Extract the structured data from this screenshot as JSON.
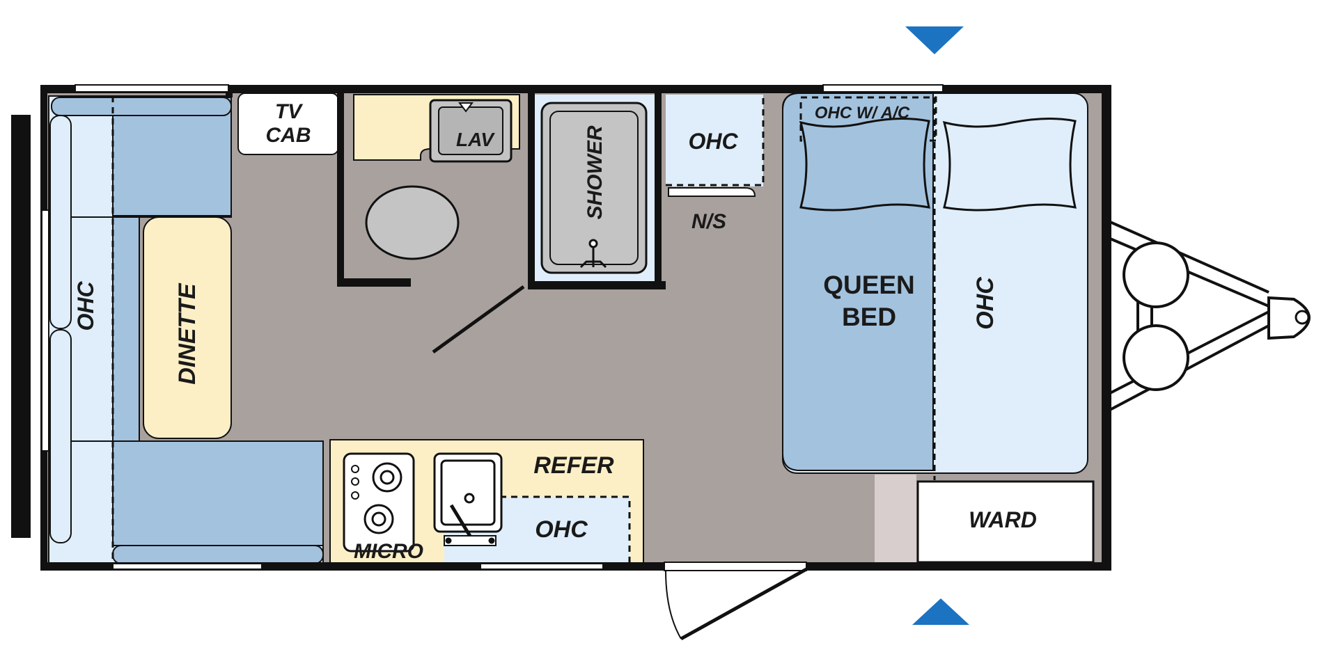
{
  "colors": {
    "floor": "#a9a19d",
    "dark_blue": "#a3c2de",
    "light_blue": "#dfeefa",
    "cream": "#fcefc6",
    "gray_fixture": "#c4c4c4",
    "wall": "#111111",
    "arrow": "#1b73c2",
    "white": "#ffffff",
    "aisle": "#d8cece"
  },
  "labels": {
    "tv_cab_line1": "TV",
    "tv_cab_line2": "CAB",
    "lav": "LAV",
    "shower": "SHOWER",
    "ohc_bath": "OHC",
    "ns": "N/S",
    "ohc_ac": "OHC W/ A/C",
    "queen_line1": "QUEEN",
    "queen_line2": "BED",
    "ohc_right": "OHC",
    "ohc_left": "OHC",
    "dinette": "DINETTE",
    "refer": "REFER",
    "ohc_kitchen": "OHC",
    "micro": "MICRO",
    "ward": "WARD"
  },
  "icons": {
    "arrow_top": "triangle-down-icon",
    "arrow_bottom": "triangle-up-icon",
    "stove": "stove-burner-icon",
    "sink": "sink-icon",
    "toilet": "toilet-icon",
    "pillow": "pillow-icon",
    "wheel": "wheel-icon",
    "hitch": "hitch-icon"
  }
}
